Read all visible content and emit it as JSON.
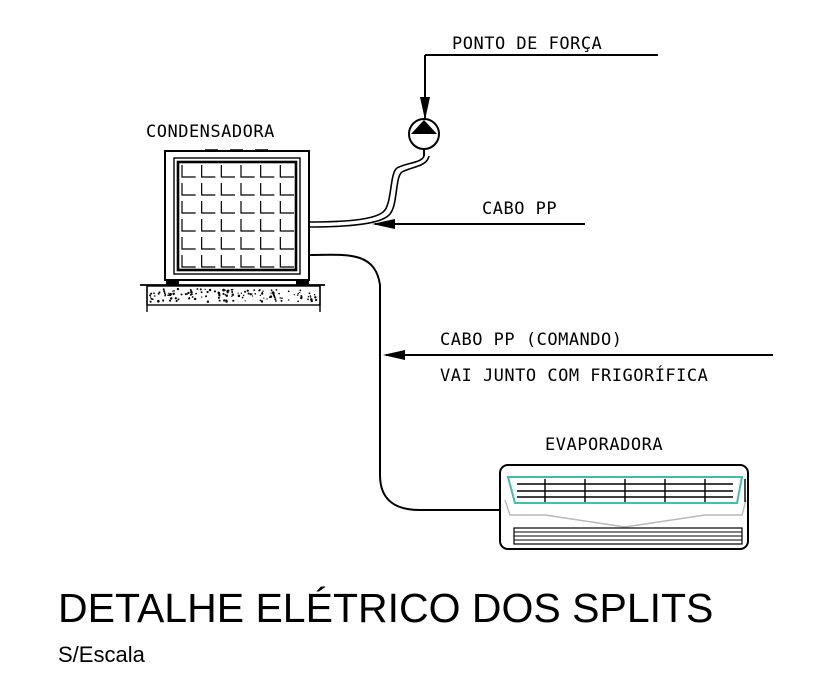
{
  "labels": {
    "ponto_de_forca": "PONTO DE FORÇA",
    "condensadora": "CONDENSADORA",
    "cabo_pp": "CABO PP",
    "cabo_pp_comando": "CABO PP (COMANDO)",
    "vai_junto": "VAI JUNTO COM FRIGORÍFICA",
    "evaporadora": "EVAPORADORA"
  },
  "title": "DETALHE ELÉTRICO DOS SPLITS",
  "subtitle": "S/Escala",
  "colors": {
    "line": "#000000",
    "evaporator_accent": "#3fbfaa",
    "evaporator_outline": "#b8b8b8"
  }
}
